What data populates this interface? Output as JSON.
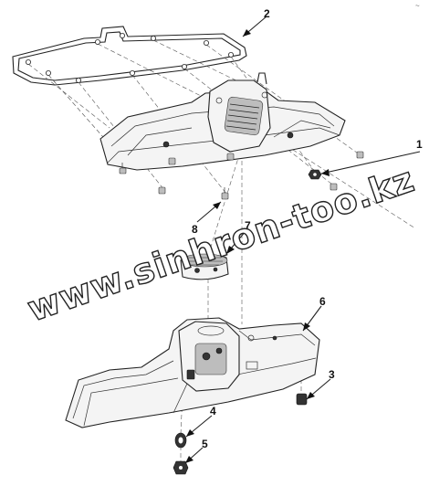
{
  "corner_mark": "~",
  "callouts": [
    {
      "id": "1",
      "text": "1"
    },
    {
      "id": "2",
      "text": "2"
    },
    {
      "id": "3",
      "text": "3"
    },
    {
      "id": "4",
      "text": "4"
    },
    {
      "id": "5",
      "text": "5"
    },
    {
      "id": "6",
      "text": "6"
    },
    {
      "id": "7",
      "text": "7"
    },
    {
      "id": "8",
      "text": "8"
    }
  ],
  "watermark": "www.sinhron-too.kz"
}
